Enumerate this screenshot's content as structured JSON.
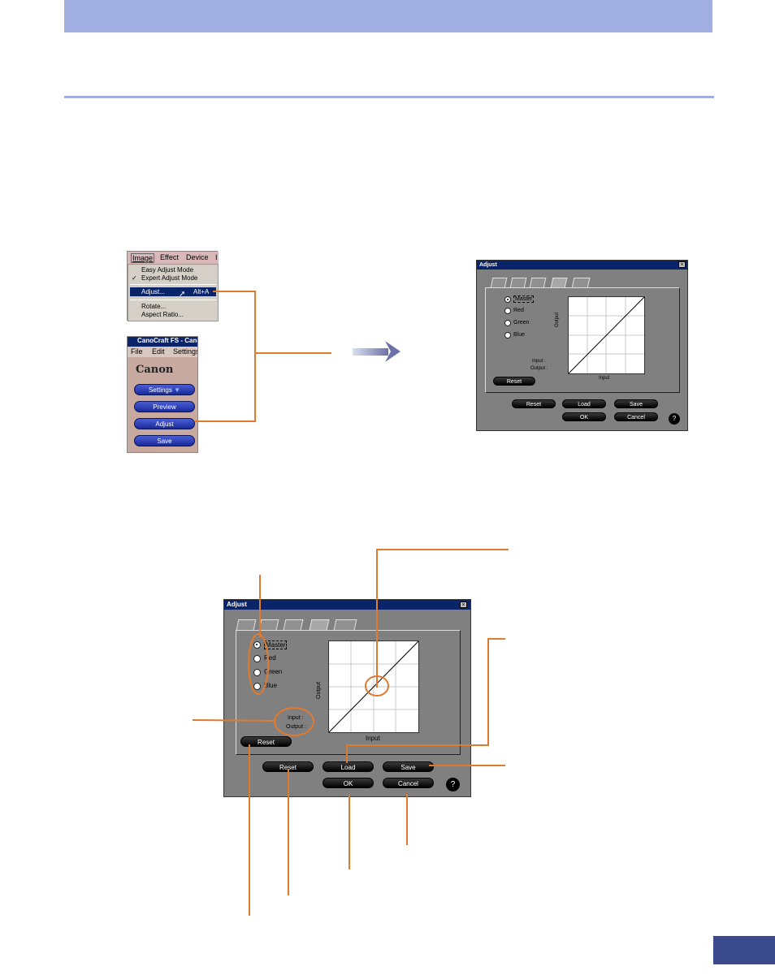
{
  "menu": {
    "bar": [
      "Image",
      "Effect",
      "Device",
      "I"
    ],
    "items": [
      "Easy Adjust Mode",
      "Expert Adjust Mode",
      "Adjust...",
      "Rotate...",
      "Aspect Ratio..."
    ],
    "shortcut": "Alt+A",
    "checked": "Expert Adjust Mode",
    "highlighted": "Adjust..."
  },
  "canocraft": {
    "title": "CanoCraft FS - Cano",
    "menu": [
      "File",
      "Edit",
      "Settings"
    ],
    "logo": "Canon",
    "buttons": [
      "Settings",
      "Preview",
      "Adjust",
      "Save"
    ]
  },
  "dialog": {
    "title": "Adjust",
    "close": "×",
    "radios": [
      "Master",
      "Red",
      "Green",
      "Blue"
    ],
    "selected": "Master",
    "input_label": "Input :",
    "output_label": "Output :",
    "graph_x_label": "Input",
    "graph_y_label": "Output",
    "panel_reset": "Reset",
    "buttons": [
      "Reset",
      "Load",
      "Save",
      "OK",
      "Cancel"
    ],
    "help": "?"
  },
  "colors": {
    "header": "#a1aee0",
    "callout": "#e07a2e",
    "arrow": "#6a72a8",
    "page_tab": "#3a4a8c"
  }
}
